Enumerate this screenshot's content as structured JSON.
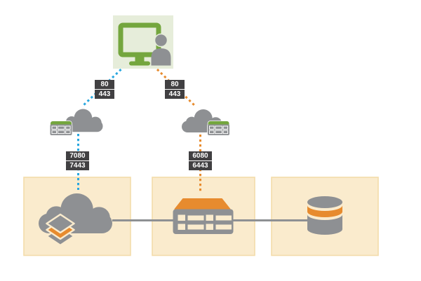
{
  "ports": {
    "left_top": [
      "80",
      "443"
    ],
    "right_top": [
      "80",
      "443"
    ],
    "left_mid": [
      "7080",
      "7443"
    ],
    "right_mid": [
      "6080",
      "6443"
    ]
  },
  "colors": {
    "blue": "#29a7df",
    "orange": "#e78b2e",
    "green": "#74a63e",
    "gray": "#8e9093",
    "dark": "#414042",
    "tan_fill": "#faebcd",
    "tan_border": "#f3dcaa",
    "client_bg": "#e6edda"
  },
  "icons": {
    "client": "workstation-with-user-icon",
    "left_gateway": "cloud-with-appliance-icon",
    "right_gateway": "cloud-with-appliance-icon",
    "left_node": "cloud-with-layers-icon",
    "middle_node": "server-icon",
    "right_node": "database-icon"
  }
}
